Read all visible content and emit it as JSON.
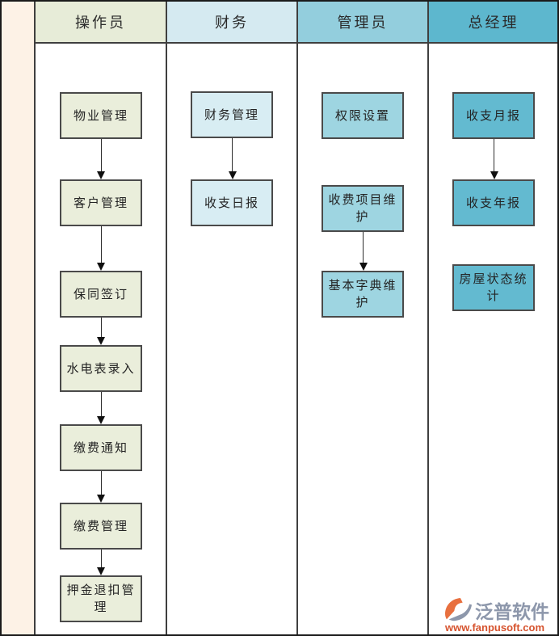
{
  "page": {
    "background": "#ffffff",
    "outer_border_color": "#1a1a1a",
    "lane_line_color": "#3f3f3f",
    "box_border_color": "#4a4a4a",
    "left_strip_color": "#fdf2e6"
  },
  "lanes": [
    {
      "id": "operator",
      "title": "操作员",
      "header_color": "#e7ecd8",
      "box_color": "#eaeedb",
      "boxes": [
        {
          "label": "物业管理",
          "arrow_to_next": true
        },
        {
          "label": "客户管理",
          "arrow_to_next": true
        },
        {
          "label": "保同签订",
          "arrow_to_next": true
        },
        {
          "label": "水电表录入",
          "arrow_to_next": true
        },
        {
          "label": "缴费通知",
          "arrow_to_next": true
        },
        {
          "label": "缴费管理",
          "arrow_to_next": true
        },
        {
          "label": "押金退扣管理",
          "arrow_to_next": false
        }
      ]
    },
    {
      "id": "finance",
      "title": "财务",
      "header_color": "#d5eaf1",
      "box_color": "#d8edf3",
      "boxes": [
        {
          "label": "财务管理",
          "arrow_to_next": true
        },
        {
          "label": "收支日报",
          "arrow_to_next": false
        }
      ]
    },
    {
      "id": "admin",
      "title": "管理员",
      "header_color": "#93cedd",
      "box_color": "#9ed5e1",
      "boxes": [
        {
          "label": "权限设置",
          "arrow_to_next": false
        },
        {
          "label": "收费项目维护",
          "arrow_to_next": true
        },
        {
          "label": "基本字典维护",
          "arrow_to_next": false
        }
      ]
    },
    {
      "id": "general-manager",
      "title": "总经理",
      "header_color": "#5db7ce",
      "box_color": "#63bad0",
      "boxes": [
        {
          "label": "收支月报",
          "arrow_to_next": true
        },
        {
          "label": "收支年报",
          "arrow_to_next": false
        },
        {
          "label": "房屋状态统计",
          "arrow_to_next": false
        }
      ]
    }
  ],
  "watermark": {
    "brand": "泛普软件",
    "url": "www.fanpusoft.com",
    "brand_color": "#8d97ab",
    "url_color": "#d6532e",
    "logo_orange": "#e8703f",
    "logo_gray": "#8d97ab"
  }
}
